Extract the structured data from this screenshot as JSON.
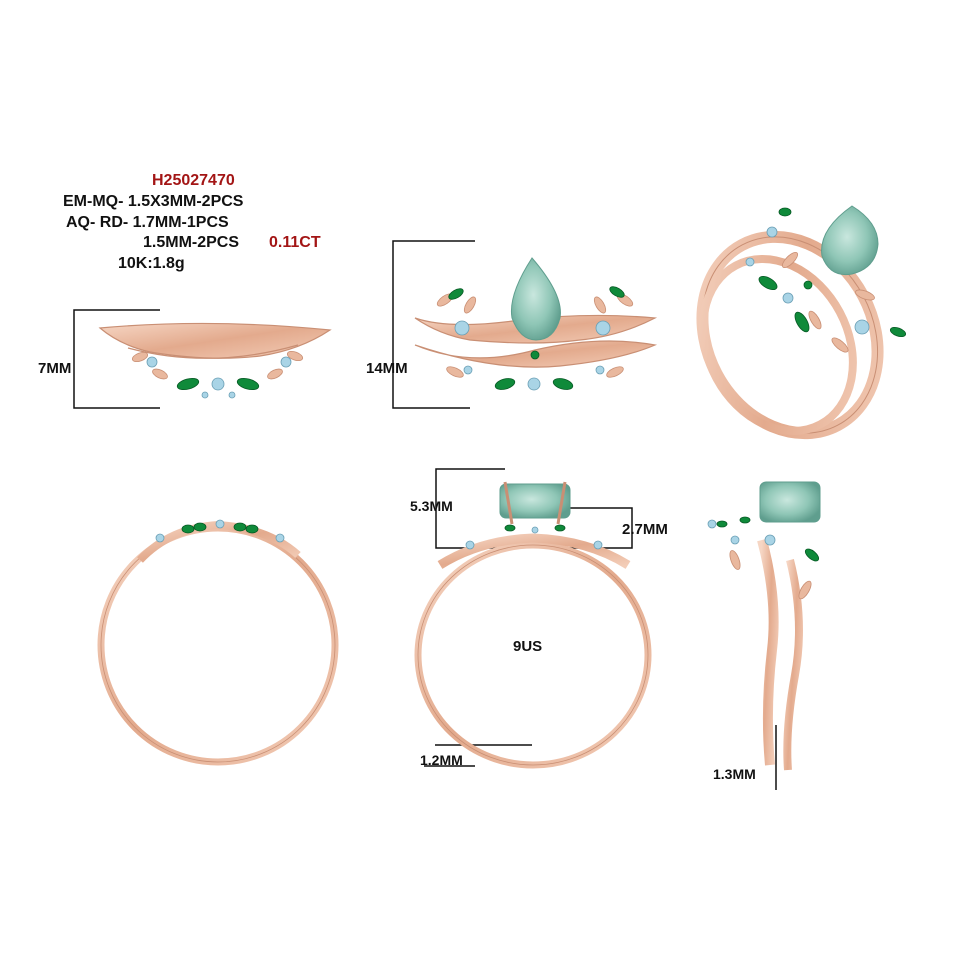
{
  "spec": {
    "code": "H25027470",
    "line_em": "EM-MQ- 1.5X3MM-2PCS",
    "line_aq1": "AQ- RD- 1.7MM-1PCS",
    "line_aq2": "1.5MM-2PCS",
    "carat": "0.11CT",
    "metal": "10K:1.8g"
  },
  "dims": {
    "band_height": "7MM",
    "set_height": "14MM",
    "head_height": "5.3MM",
    "setting_height": "2.7MM",
    "size": "9US",
    "shank_width": "1.2MM",
    "side_width": "1.3MM"
  },
  "colors": {
    "metal": "#e9b89e",
    "metal_dark": "#c98f74",
    "emerald": "#0f8a3a",
    "aquamarine": "#a9d4e6",
    "moss_agate": "#8fc6b6",
    "accent_text": "#a31515"
  }
}
